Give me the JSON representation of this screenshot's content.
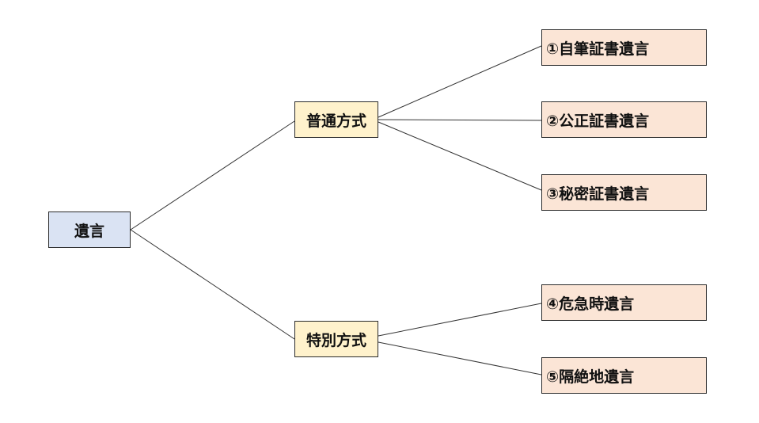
{
  "colors": {
    "root_fill": "#dae3f3",
    "mid_fill": "#fff2cc",
    "leaf_fill": "#fbe5d6",
    "border": "#2b2b2b",
    "line": "#333333"
  },
  "root": {
    "label": "遺言"
  },
  "branches": [
    {
      "label": "普通方式",
      "children": [
        "①自筆証書遺言",
        "②公正証書遺言",
        "③秘密証書遺言"
      ]
    },
    {
      "label": "特別方式",
      "children": [
        "④危急時遺言",
        "⑤隔絶地遺言"
      ]
    }
  ]
}
